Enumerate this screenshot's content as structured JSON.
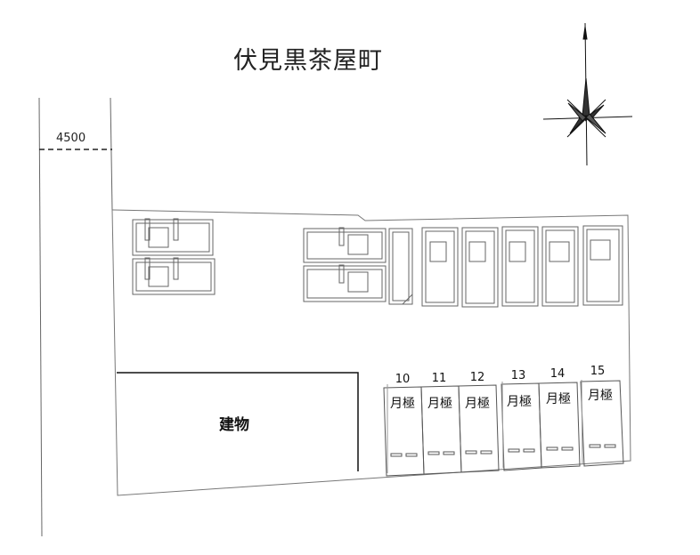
{
  "title": "伏見黒茶屋町",
  "road": {
    "width_label": "4500"
  },
  "building": {
    "label": "建物"
  },
  "parking": {
    "spaces": [
      {
        "number": "10",
        "type": "月極"
      },
      {
        "number": "11",
        "type": "月極"
      },
      {
        "number": "12",
        "type": "月極"
      },
      {
        "number": "13",
        "type": "月極"
      },
      {
        "number": "14",
        "type": "月極"
      },
      {
        "number": "15",
        "type": "月極"
      }
    ]
  },
  "icons": {
    "compass": "north-arrow-compass-icon"
  },
  "colors": {
    "line": "#555555",
    "text": "#111111"
  }
}
